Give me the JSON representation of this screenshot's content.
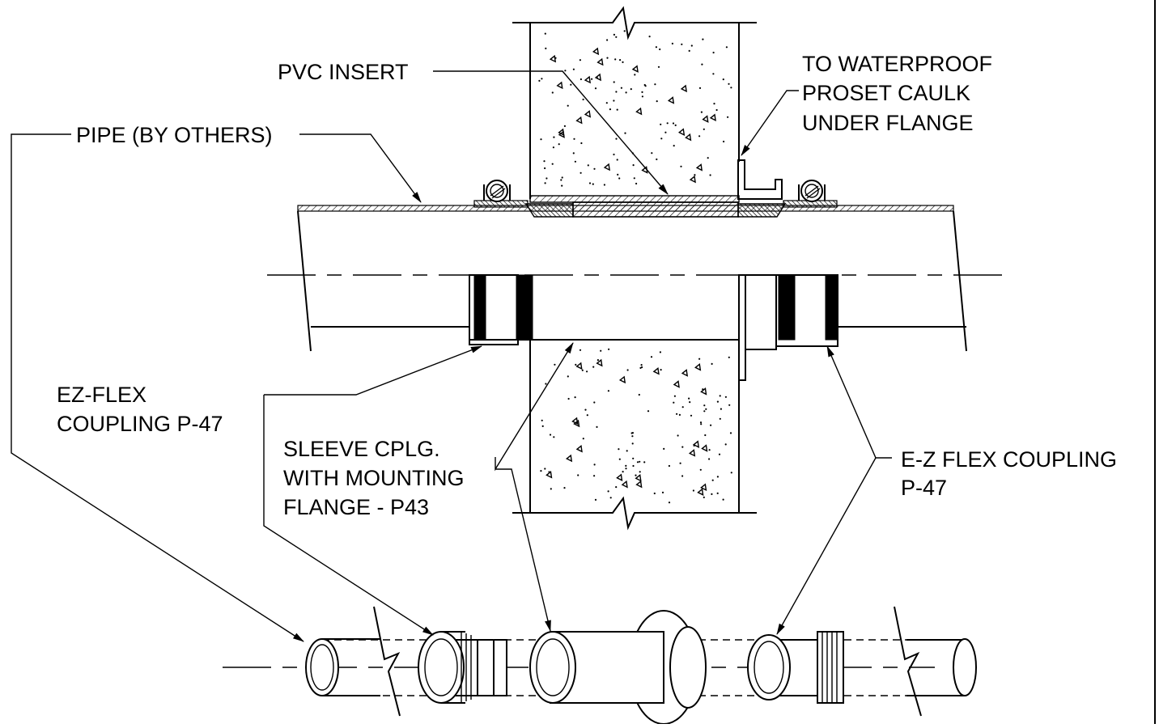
{
  "labels": {
    "pvc_insert": "PVC INSERT",
    "waterproof": [
      "TO WATERPROOF",
      "PROSET CAULK",
      "UNDER FLANGE"
    ],
    "pipe": "PIPE (BY OTHERS)",
    "ez_flex": [
      "EZ-FLEX",
      "COUPLING P-47"
    ],
    "sleeve": [
      "SLEEVE CPLG.",
      "WITH MOUNTING",
      "FLANGE - P43"
    ],
    "e_z_flex": [
      "E-Z FLEX COUPLING",
      "P-47"
    ]
  },
  "colors": {
    "line": "#000000",
    "background": "#ffffff"
  }
}
